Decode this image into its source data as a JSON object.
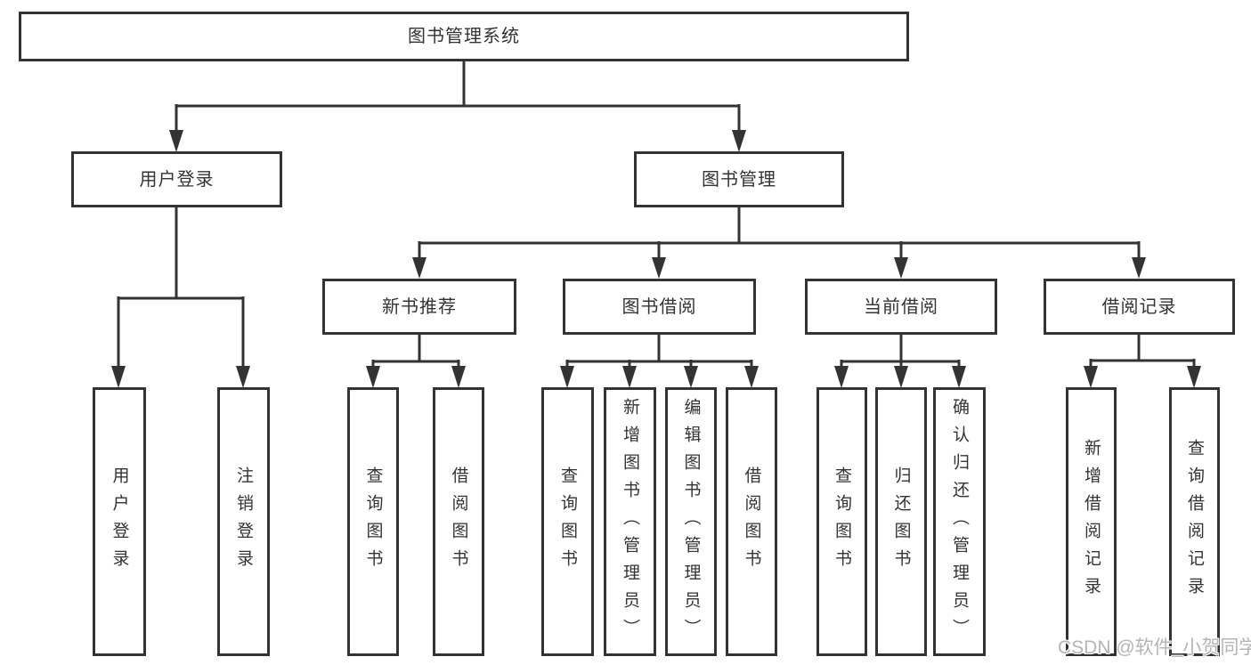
{
  "nodes": {
    "root": "图书管理系统",
    "level2": {
      "user_login": "用户登录",
      "book_mgmt": "图书管理"
    },
    "level3": {
      "new_book_rec": "新书推荐",
      "book_borrow": "图书借阅",
      "current_borrow": "当前借阅",
      "borrow_records": "借阅记录"
    },
    "leaves": {
      "user_login": [
        "用户登录",
        "注销登录"
      ],
      "new_book_rec": [
        "查询图书",
        "借阅图书"
      ],
      "book_borrow": [
        "查询图书",
        "新增图书（管理员）",
        "编辑图书（管理员）",
        "借阅图书"
      ],
      "current_borrow": [
        "查询图书",
        "归还图书",
        "确认归还（管理员）"
      ],
      "borrow_records": [
        "新增借阅记录",
        "查询借阅记录"
      ]
    }
  },
  "watermark": "CSDN @软件_小贺同学",
  "colors": {
    "line": "#333333",
    "text": "#333333",
    "background": "#ffffff",
    "watermark": "#b5b5b5"
  }
}
